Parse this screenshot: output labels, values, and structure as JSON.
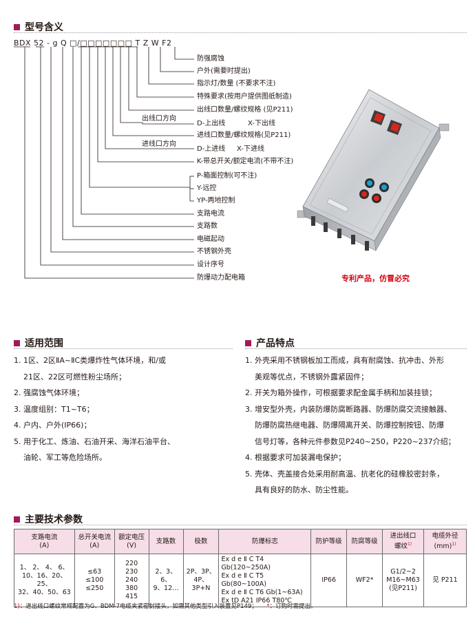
{
  "model_section": {
    "title": "型号含义",
    "code": "BDX 52 - g Q □/□□□□□□□ T Z W F2",
    "labels": [
      "防强腐蚀",
      "户外(需要时提出)",
      "指示灯/数量 (不要求不注)",
      "特殊要求(按用户提供图纸制造)",
      "出线口数量/螺纹规格 (见P211)",
      "出线口方向",
      "D-上出线",
      "X-下出线",
      "进线口数量/螺纹规格(见P211)",
      "进线口方向",
      "D-上进线",
      "X-下进线",
      "K-带总开关/额定电流(不带不注)",
      "P-箱面控制(可不注)",
      "Y-远控",
      "YP-两地控制",
      "支路电流",
      "支路数",
      "电磁起动",
      "不锈钢外壳",
      "设计序号",
      "防爆动力配电箱"
    ],
    "patent": "专利产品，仿冒必究"
  },
  "scope_section": {
    "title": "适用范围",
    "items": [
      {
        "text": "1. 1区、2区ⅡA~ⅡC类爆炸性气体环境，和/或",
        "cont": "21区、22区可燃性粉尘场所；"
      },
      {
        "text": "2. 强腐蚀气体环境；",
        "cont": ""
      },
      {
        "text": "3. 温度组别：T1~T6；",
        "cont": ""
      },
      {
        "text": "4. 户内、户外(IP66)；",
        "cont": ""
      },
      {
        "text": "5. 用于化工、炼油、石油开采、海洋石油平台、",
        "cont": "油轮、军工等危险场所。"
      }
    ]
  },
  "features_section": {
    "title": "产品特点",
    "items": [
      {
        "text": "1. 外壳采用不锈钢板加工而成，具有耐腐蚀、抗冲击、外形",
        "cont": [
          "美观等优点，不锈钢外露紧固件；"
        ]
      },
      {
        "text": "2. 开关为箱外操作，可根据要求配金属手柄和加装挂锁；",
        "cont": []
      },
      {
        "text": "3. 增安型外壳，内装防爆防腐断路器、防爆防腐交流接触器、",
        "cont": [
          "防爆防腐热继电器、防爆隔离开关、防爆控制按钮、防爆",
          "信号灯等，各种元件参数见P240~250，P220~237介绍；"
        ]
      },
      {
        "text": "4. 根据要求可加装漏电保护；",
        "cont": []
      },
      {
        "text": "5. 壳体、壳盖接合处采用耐高温、抗老化的硅橡胶密封条，",
        "cont": [
          "具有良好的防水、防尘性能。"
        ]
      }
    ]
  },
  "tech_section": {
    "title": "主要技术参数",
    "headers": [
      "支路电流\n(A)",
      "总开关电流\n(A)",
      "额定电压\n(V)",
      "支路数",
      "极数",
      "防爆标志",
      "防护等级",
      "防腐等级",
      "进出线口\n螺纹",
      "电缆外径\n(mm)"
    ],
    "header_sup": {
      "8": "1)",
      "9": "1)"
    },
    "row": [
      "1、 2、 4、 6、\n10、16、20、25、\n32、40、50、63",
      "≤63\n≤100\n≤250",
      "220\n230\n240\n380\n415",
      "2、3、6、\n9、12…",
      "2P、3P、\n4P、3P+N",
      "Ex d e Ⅱ C T4 Gb(120~250A)\nEx d e Ⅱ C T5 Gb(80~100A)\nEx d e Ⅱ C T6 Gb(1~63A)\nEx tD A21 IP66 T80℃",
      "IP66",
      "WF2*",
      "G1/2~2\nM16~M63\n(见P211)",
      "见 P211"
    ],
    "footnote_mark": "1)",
    "footnote": "：进出线口螺纹常规配置为G、BDM-7电缆夹紧密封接头，如需其他类型引入装置见P149；",
    "footnote2_mark": "*",
    "footnote2": "：订购时需提出。"
  },
  "colors": {
    "accent": "#a3195b",
    "header_bg": "#f6dde7",
    "patent": "#d7000f"
  }
}
